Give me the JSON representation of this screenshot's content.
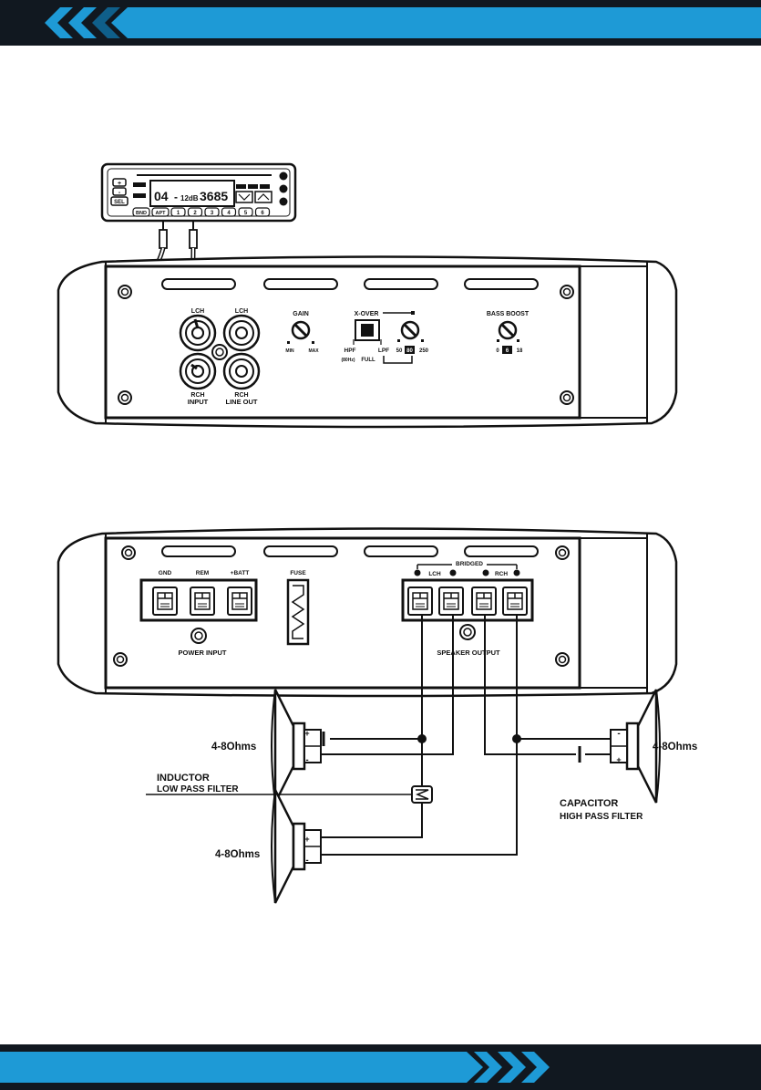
{
  "theme": {
    "dark": "#111820",
    "accent": "#1e9ad6",
    "line": "#111111"
  },
  "head_unit": {
    "display": {
      "track": "04",
      "dash": "-",
      "level": "12dB",
      "freq": "3685"
    },
    "buttons": {
      "plus": "+",
      "minus": "-",
      "sel": "SEL",
      "bnd": "BND",
      "apt": "APT",
      "presets": [
        "1",
        "2",
        "3",
        "4",
        "5",
        "6"
      ]
    }
  },
  "input_panel": {
    "lch_input": "LCH",
    "lch_lineout": "LCH",
    "rch_input": "RCH",
    "input": "INPUT",
    "rch_lineout": "RCH",
    "line_out": "LINE OUT",
    "gain": {
      "label": "GAIN",
      "min": "MIN",
      "max": "MAX"
    },
    "xover": {
      "label": "X-OVER",
      "hpf": "HPF",
      "hpf_note": "(80Hz)",
      "full": "FULL",
      "lpf": "LPF",
      "low": "50",
      "mid": "80",
      "high": "250"
    },
    "bass_boost": {
      "label": "BASS BOOST",
      "low": "0",
      "mid": "6",
      "high": "18"
    }
  },
  "power_panel": {
    "gnd": "GND",
    "rem": "REM",
    "batt": "+BATT",
    "fuse": "FUSE",
    "power_input": "POWER INPUT",
    "bridged": "BRIDGED",
    "lch": "LCH",
    "rch": "RCH",
    "speaker_output": "SPEAKER OUTPUT"
  },
  "speakers": {
    "left_ohms": "4-8Ohms",
    "right_ohms": "4-8Ohms",
    "bottom_ohms": "4-8Ohms",
    "plus": "+",
    "minus": "-"
  },
  "filters": {
    "inductor_1": "INDUCTOR",
    "inductor_2": "LOW PASS FILTER",
    "capacitor_1": "CAPACITOR",
    "capacitor_2": "HIGH PASS FILTER"
  }
}
